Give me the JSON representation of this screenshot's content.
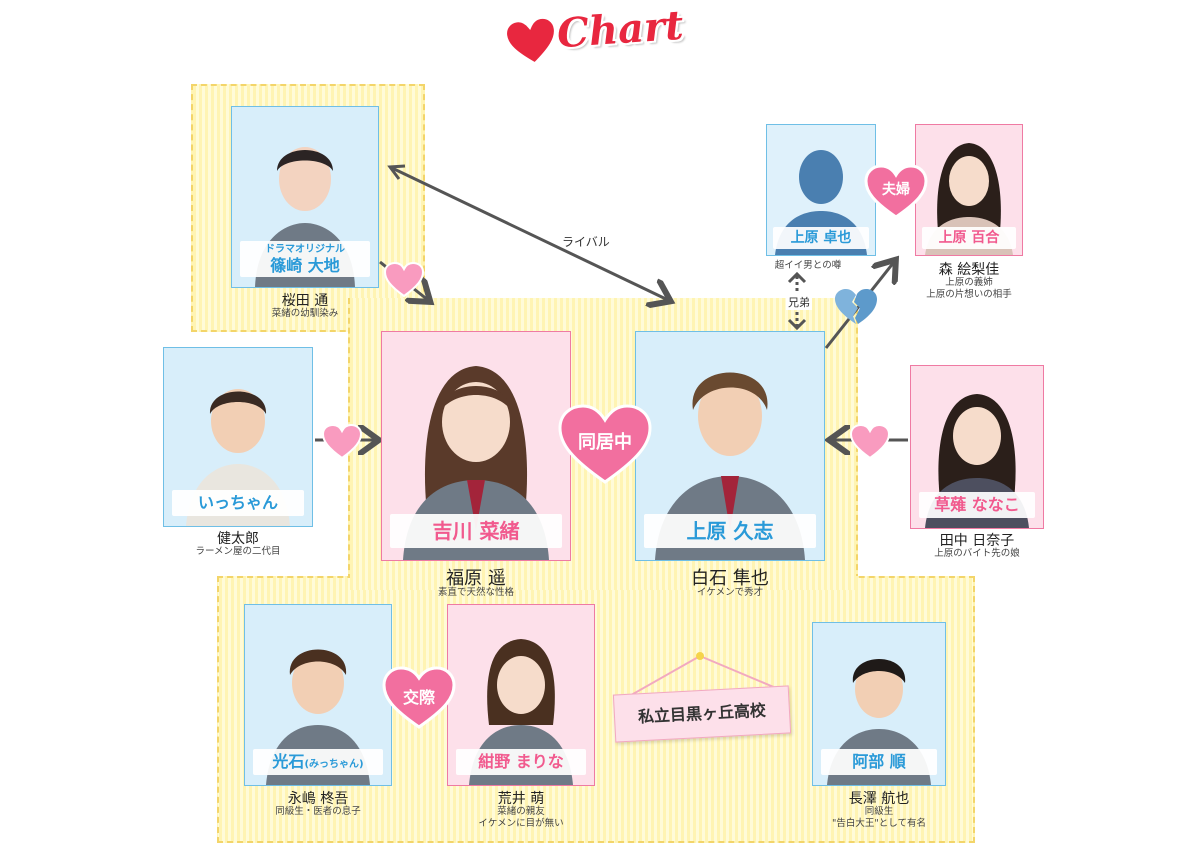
{
  "title": "Chart",
  "characters": {
    "shinozaki": {
      "tag": "ドラマオリジナル",
      "role": "篠崎 大地",
      "actor": "桜田 通",
      "desc": [
        "菜緒の幼馴染み"
      ]
    },
    "kenta": {
      "role": "いっちゃん",
      "actor": "健太郎",
      "desc": [
        "ラーメン屋の二代目"
      ]
    },
    "nao": {
      "role": "吉川 菜緒",
      "actor": "福原 遥",
      "desc": [
        "素直で天然な性格"
      ]
    },
    "hisashi": {
      "role": "上原 久志",
      "actor": "白石 隼也",
      "desc": [
        "イケメンで秀才"
      ]
    },
    "takuya": {
      "role": "上原 卓也",
      "desc": [
        "超イイ男との噂"
      ]
    },
    "yuri": {
      "role": "上原 百合",
      "actor": "森 絵梨佳",
      "desc": [
        "上原の義姉",
        "上原の片想いの相手"
      ]
    },
    "nanako": {
      "role": "草薙 ななこ",
      "actor": "田中 日奈子",
      "desc": [
        "上原のバイト先の娘"
      ]
    },
    "mitsuishi": {
      "role": "光石",
      "role_sub": "(みっちゃん)",
      "actor": "永嶋 柊吾",
      "desc": [
        "同級生・医者の息子"
      ]
    },
    "marina": {
      "role": "紺野 まりな",
      "actor": "荒井 萌",
      "desc": [
        "菜緒の親友",
        "イケメンに目が無い"
      ]
    },
    "abe": {
      "role": "阿部 順",
      "actor": "長澤 航也",
      "desc": [
        "同級生",
        "\"告白大王\"として有名"
      ]
    }
  },
  "relations": {
    "rival": "ライバル",
    "living_together": "同居中",
    "married": "夫婦",
    "brothers": "兄弟",
    "dating": "交際"
  },
  "school": "私立目黒ヶ丘高校",
  "colors": {
    "pink": "#f15a8e",
    "blue": "#2a9ad8",
    "title_red": "#e8273f"
  }
}
